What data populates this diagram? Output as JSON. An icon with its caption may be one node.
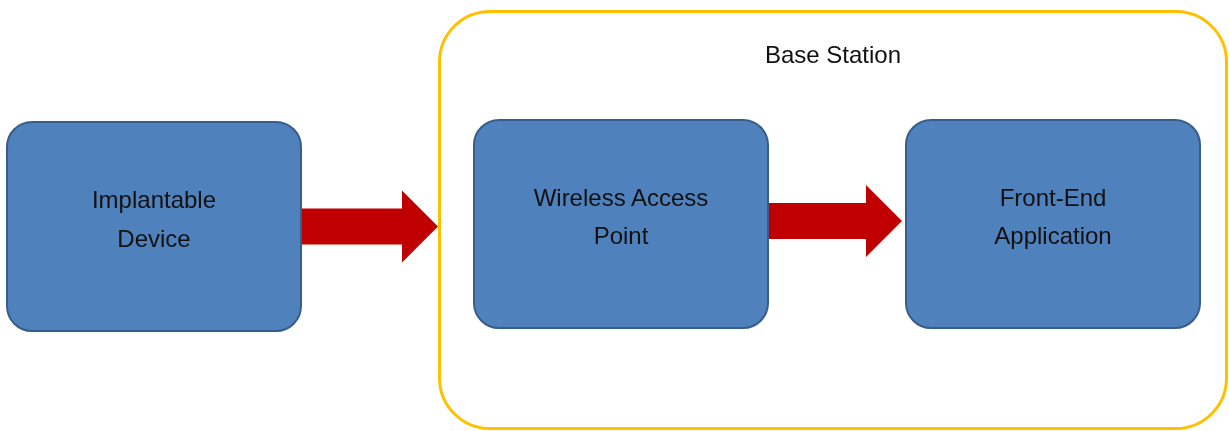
{
  "diagram": {
    "nodes": [
      {
        "text": [
          "Implantable Device"
        ]
      },
      {
        "text": [
          "Base Station"
        ]
      },
      {
        "text": [
          "Wireless Access Point"
        ],
        "in": 1
      },
      {
        "text": [
          "Front-End Application"
        ],
        "in": 1
      }
    ],
    "edges": [
      {
        "from": 0,
        "to": 1,
        "arrow": "to",
        "style": "thick",
        "color": "#c00000"
      },
      {
        "from": 2,
        "to": 3,
        "arrow": "to",
        "style": "thick",
        "color": "#c00000"
      }
    ]
  }
}
